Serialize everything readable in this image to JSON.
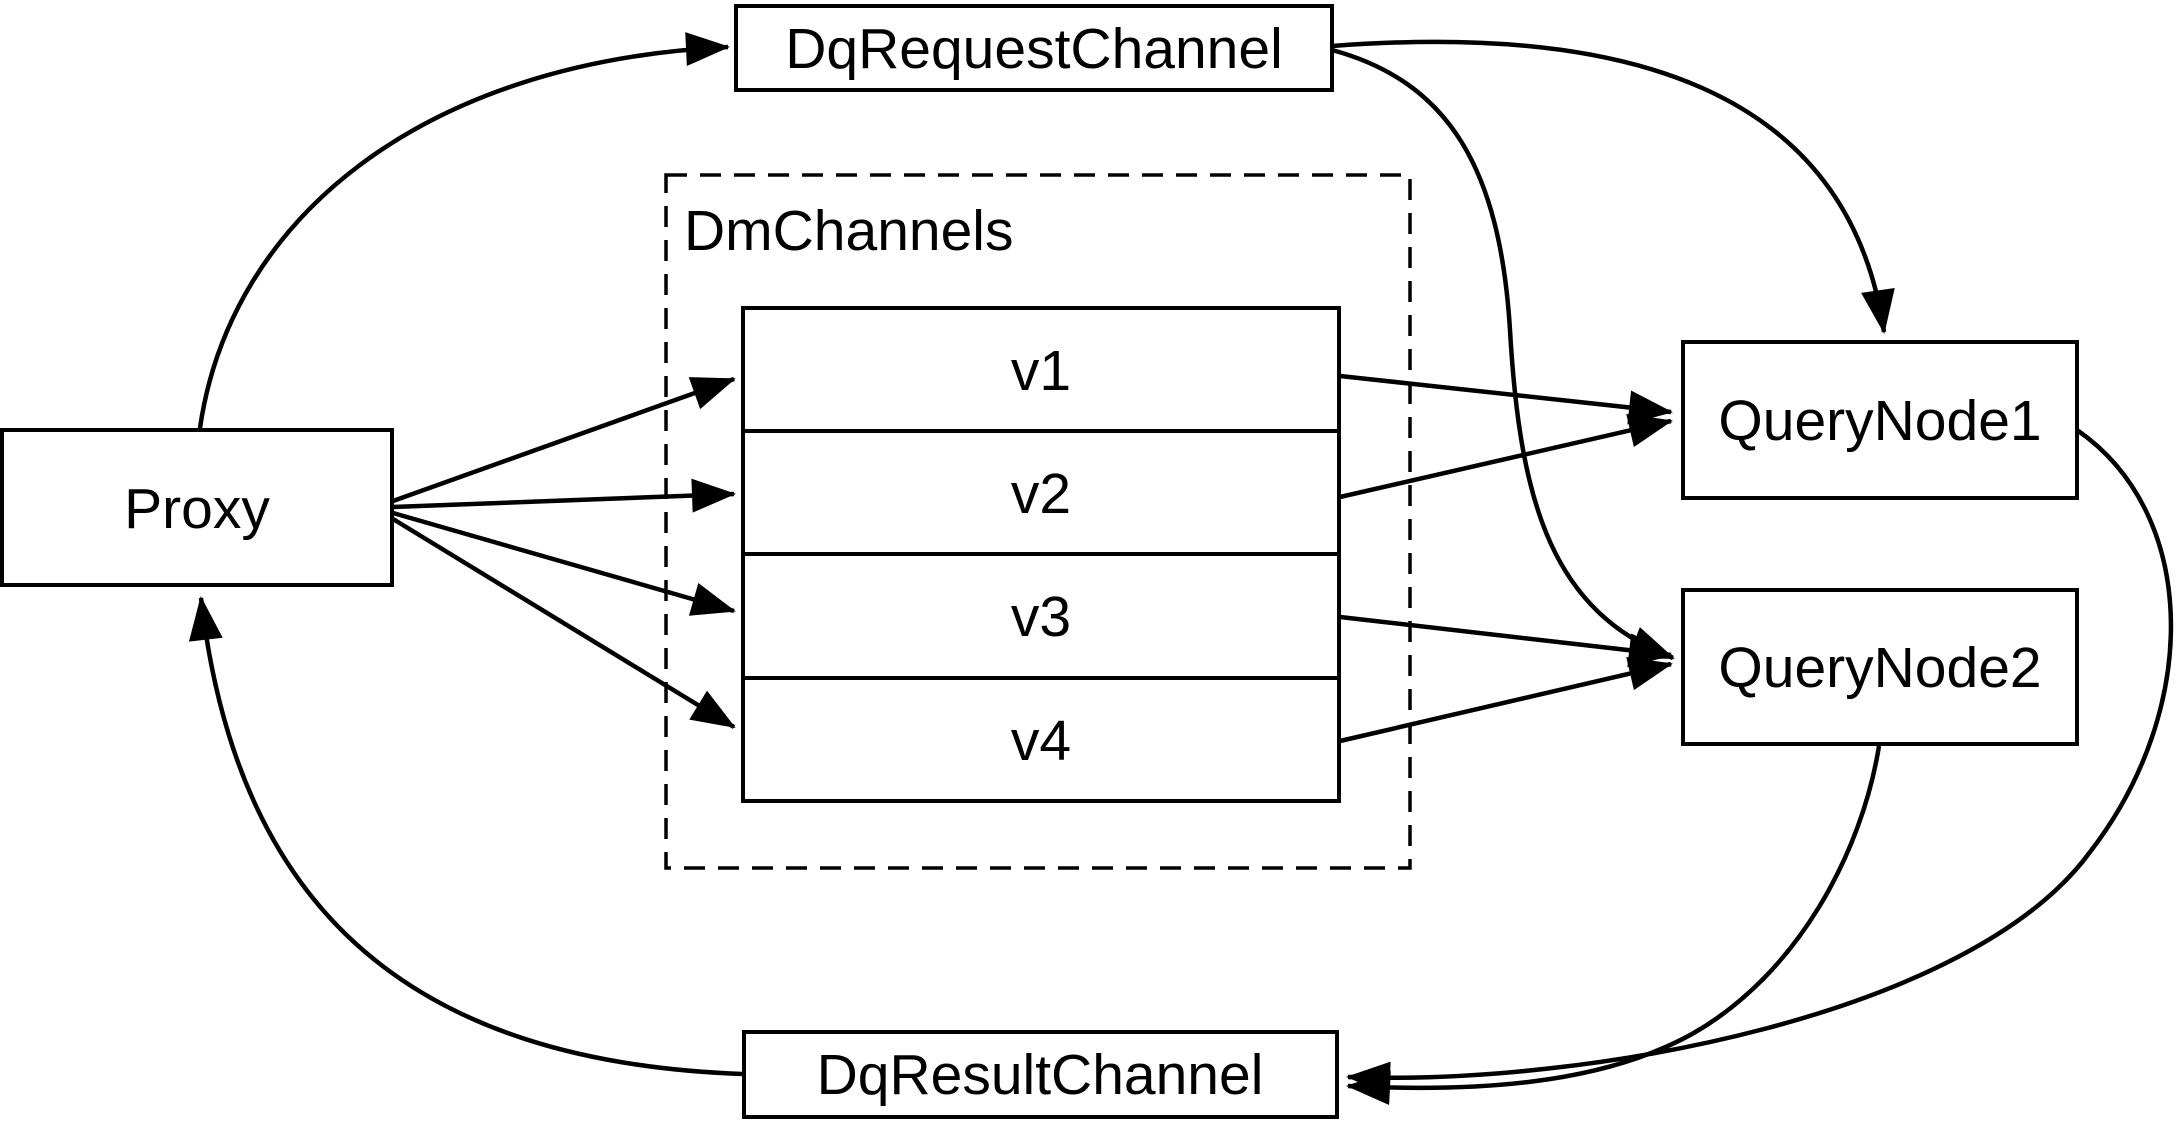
{
  "diagram": {
    "colors": {
      "background": "#ffffff",
      "line": "#000000",
      "node_fill": "#ffffff"
    },
    "nodes": {
      "dq_request_channel": {
        "label": "DqRequestChannel"
      },
      "dm_channels": {
        "label": "DmChannels",
        "channels": [
          {
            "label": "v1"
          },
          {
            "label": "v2"
          },
          {
            "label": "v3"
          },
          {
            "label": "v4"
          }
        ]
      },
      "proxy": {
        "label": "Proxy"
      },
      "query_node_1": {
        "label": "QueryNode1"
      },
      "query_node_2": {
        "label": "QueryNode2"
      },
      "dq_result_channel": {
        "label": "DqResultChannel"
      }
    },
    "edges": [
      {
        "from": "Proxy",
        "to": "DqRequestChannel"
      },
      {
        "from": "DqRequestChannel",
        "to": "QueryNode1"
      },
      {
        "from": "DqRequestChannel",
        "to": "QueryNode2"
      },
      {
        "from": "Proxy",
        "to": "v1"
      },
      {
        "from": "Proxy",
        "to": "v2"
      },
      {
        "from": "Proxy",
        "to": "v3"
      },
      {
        "from": "Proxy",
        "to": "v4"
      },
      {
        "from": "v1",
        "to": "QueryNode1"
      },
      {
        "from": "v2",
        "to": "QueryNode1"
      },
      {
        "from": "v3",
        "to": "QueryNode2"
      },
      {
        "from": "v4",
        "to": "QueryNode2"
      },
      {
        "from": "QueryNode1",
        "to": "DqResultChannel"
      },
      {
        "from": "QueryNode2",
        "to": "DqResultChannel"
      },
      {
        "from": "DqResultChannel",
        "to": "Proxy"
      }
    ]
  }
}
